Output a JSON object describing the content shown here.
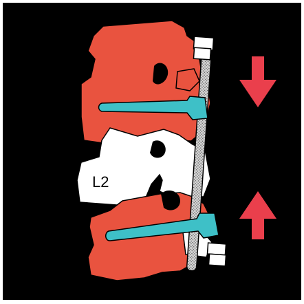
{
  "diagram": {
    "vertebra_label": "L2",
    "colors": {
      "background": "#000000",
      "bone": "#e9533f",
      "bone_uninstrumented": "#ffffff",
      "screw": "#3ec0c7",
      "rod": "#cfcfcf",
      "arrow": "#ea3f4c",
      "nut": "#ffffff",
      "outline": "#000000"
    },
    "arrows": [
      {
        "name": "compression-arrow-top",
        "direction": "down"
      },
      {
        "name": "compression-arrow-bottom",
        "direction": "up"
      }
    ]
  }
}
